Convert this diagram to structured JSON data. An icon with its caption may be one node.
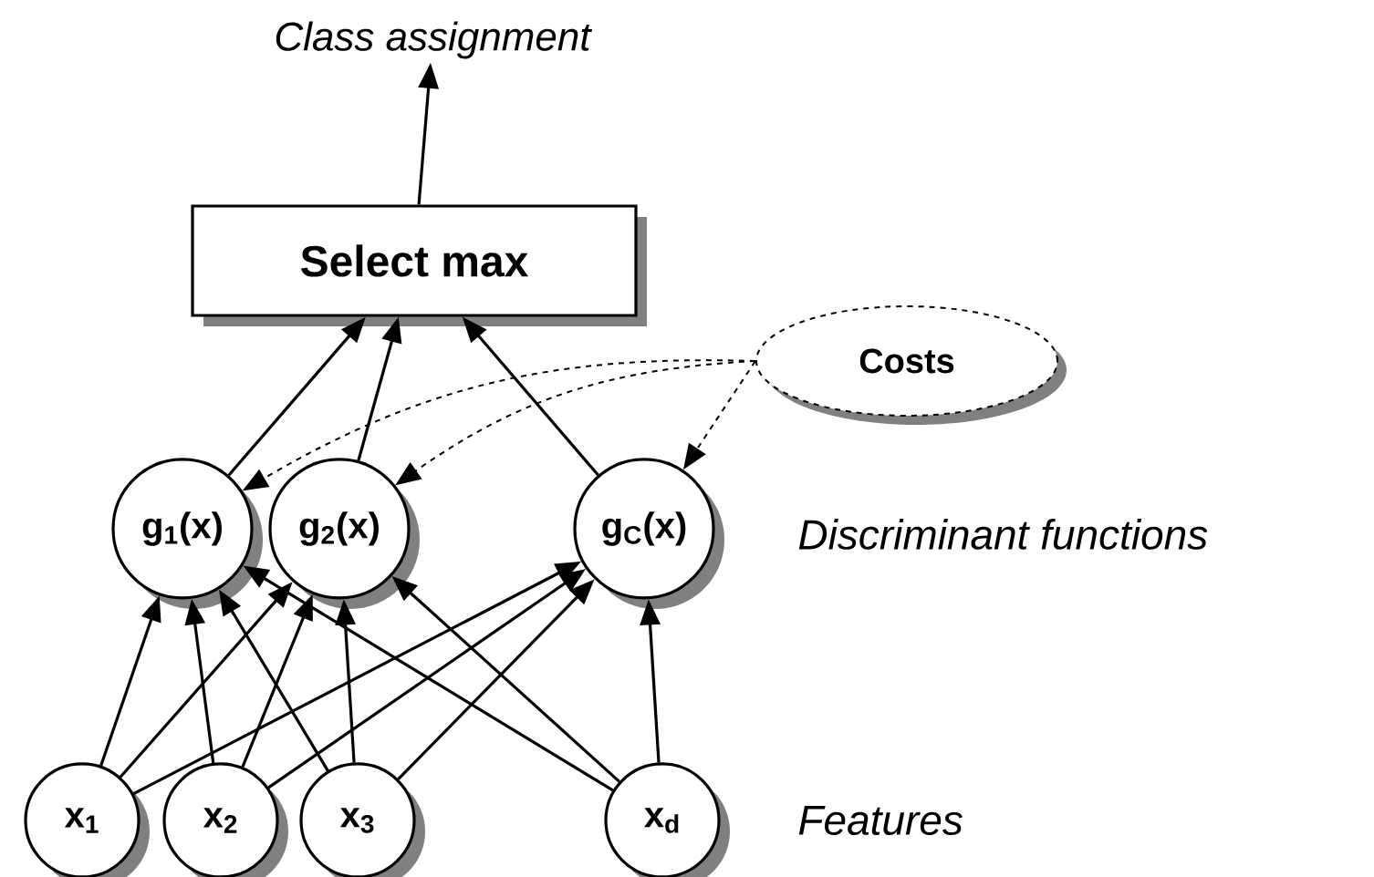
{
  "diagram": {
    "nodes": [
      {
        "text": [
          "Class assignment"
        ]
      },
      {
        "text": [
          "Select max"
        ]
      },
      {
        "text": [
          "Costs"
        ]
      },
      {
        "text": [
          "g$_{1}$(x)"
        ]
      },
      {
        "text": [
          "g$_{2}$(x)"
        ]
      },
      {
        "text": [
          "g$_{C}$(x)"
        ]
      },
      {
        "text": [
          "x$_{1}$"
        ]
      },
      {
        "text": [
          "x$_{2}$"
        ]
      },
      {
        "text": [
          "x$_{3}$"
        ]
      },
      {
        "text": [
          "x$_{d}$"
        ]
      }
    ],
    "edges": [
      {
        "from": 1,
        "to": 0,
        "arrow": "to"
      },
      {
        "from": 3,
        "to": 1,
        "arrow": "to"
      },
      {
        "from": 4,
        "to": 1,
        "arrow": "to"
      },
      {
        "from": 5,
        "to": 1,
        "arrow": "to"
      },
      {
        "from": 2,
        "to": 3,
        "arrow": "to",
        "style": "dashed"
      },
      {
        "from": 2,
        "to": 4,
        "arrow": "to",
        "style": "dashed"
      },
      {
        "from": 2,
        "to": 5,
        "arrow": "to",
        "style": "dashed"
      },
      {
        "from": 6,
        "to": 3,
        "arrow": "to"
      },
      {
        "from": 6,
        "to": 4,
        "arrow": "to"
      },
      {
        "from": 6,
        "to": 5,
        "arrow": "to"
      },
      {
        "from": 7,
        "to": 3,
        "arrow": "to"
      },
      {
        "from": 7,
        "to": 4,
        "arrow": "to"
      },
      {
        "from": 7,
        "to": 5,
        "arrow": "to"
      },
      {
        "from": 8,
        "to": 3,
        "arrow": "to"
      },
      {
        "from": 8,
        "to": 4,
        "arrow": "to"
      },
      {
        "from": 8,
        "to": 5,
        "arrow": "to"
      },
      {
        "from": 9,
        "to": 3,
        "arrow": "to"
      },
      {
        "from": 9,
        "to": 4,
        "arrow": "to"
      },
      {
        "from": 9,
        "to": 5,
        "arrow": "to"
      }
    ],
    "labels": [
      "Discriminant functions",
      "Features"
    ]
  }
}
